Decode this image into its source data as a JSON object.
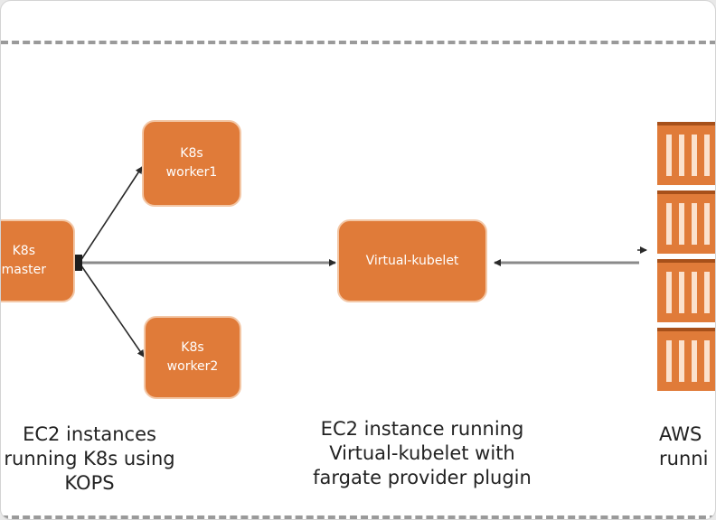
{
  "nodes": {
    "master": "K8s\nmaster",
    "worker1": "K8s\nworker1",
    "worker2": "K8s\nworker2",
    "virtual_kubelet": "Virtual-kubelet"
  },
  "captions": {
    "left": "EC2 instances\nrunning K8s using\nKOPS",
    "middle": "EC2 instance running\nVirtual-kubelet with\nfargate provider plugin",
    "right": "AWS\nrunni"
  },
  "colors": {
    "node_fill": "#e07b39",
    "node_border": "#f3c7a6",
    "task_divider": "#a7501a",
    "dash": "#9a9a9a",
    "arrow": "#2a2a2a"
  },
  "icons": [
    "fargate-task-icon"
  ]
}
